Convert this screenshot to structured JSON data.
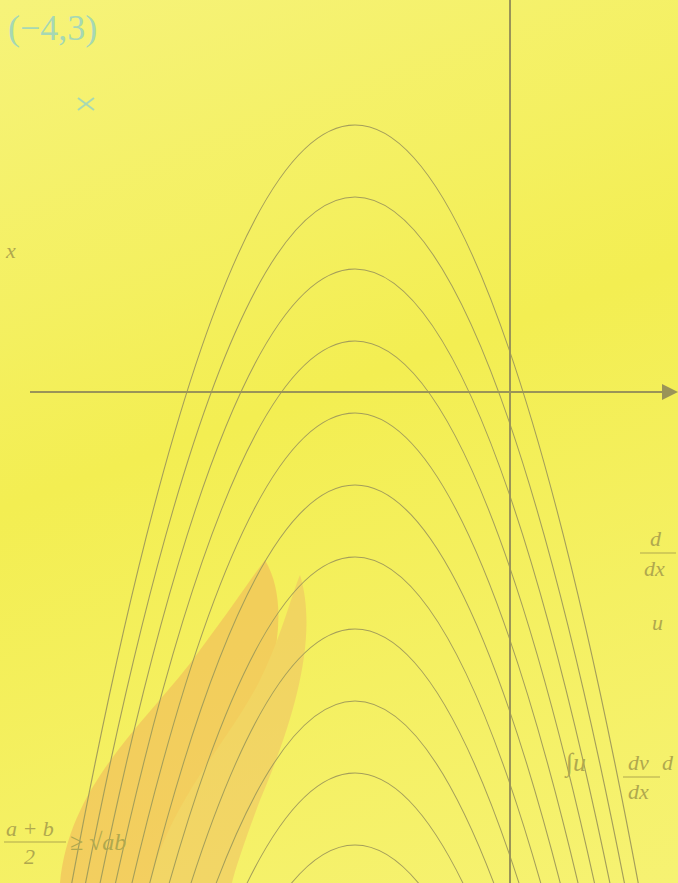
{
  "diagram": {
    "labels": [
      "(−4,3)",
      "x",
      "d",
      "dx",
      "u",
      "∫u",
      "dv",
      "dx",
      "d",
      "a + b",
      "2",
      "≥ √ab"
    ]
  }
}
